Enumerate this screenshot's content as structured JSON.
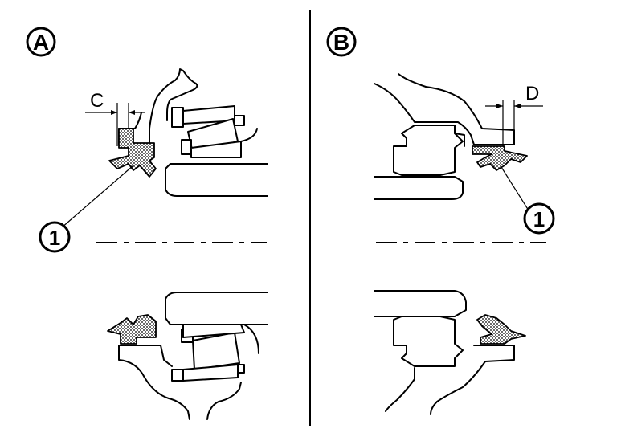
{
  "panels": {
    "a": {
      "label": "A",
      "dimension": "C",
      "callout": "1"
    },
    "b": {
      "label": "B",
      "dimension": "D",
      "callout": "1"
    }
  },
  "colors": {
    "ink": "#000000",
    "background": "#ffffff"
  }
}
